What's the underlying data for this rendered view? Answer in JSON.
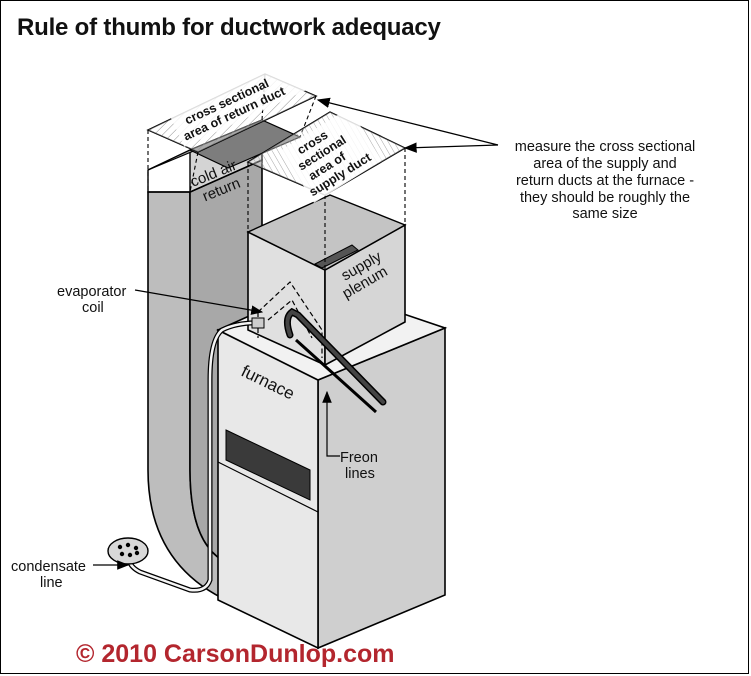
{
  "title": "Rule of thumb for ductwork adequacy",
  "copyright": "© 2010 CarsonDunlop.com",
  "labels": {
    "return_area_line1": "cross sectional",
    "return_area_line2": "area of return duct",
    "supply_area_line1": "cross",
    "supply_area_line2": "sectional",
    "supply_area_line3": "area of",
    "supply_area_line4": "supply duct",
    "cold_air_line1": "cold air",
    "cold_air_line2": "return",
    "supply_plenum_line1": "supply",
    "supply_plenum_line2": "plenum",
    "furnace": "furnace",
    "evaporator_line1": "evaporator",
    "evaporator_line2": "coil",
    "freon_line1": "Freon",
    "freon_line2": "lines",
    "condensate_line1": "condensate",
    "condensate_line2": "line",
    "measure_line1": "measure the cross sectional",
    "measure_line2": "area of the supply and",
    "measure_line3": "return ducts at the furnace -",
    "measure_line4": "they should be roughly the",
    "measure_line5": "same size"
  },
  "colors": {
    "title": "#111111",
    "copyright": "#b3262e",
    "duct_light": "#d9d9d9",
    "duct_mid": "#bdbdbd",
    "duct_dark": "#9e9e9e",
    "furnace_front": "#e8e8e8",
    "furnace_side": "#cfcfcf",
    "panel": "#3a3a3a"
  }
}
